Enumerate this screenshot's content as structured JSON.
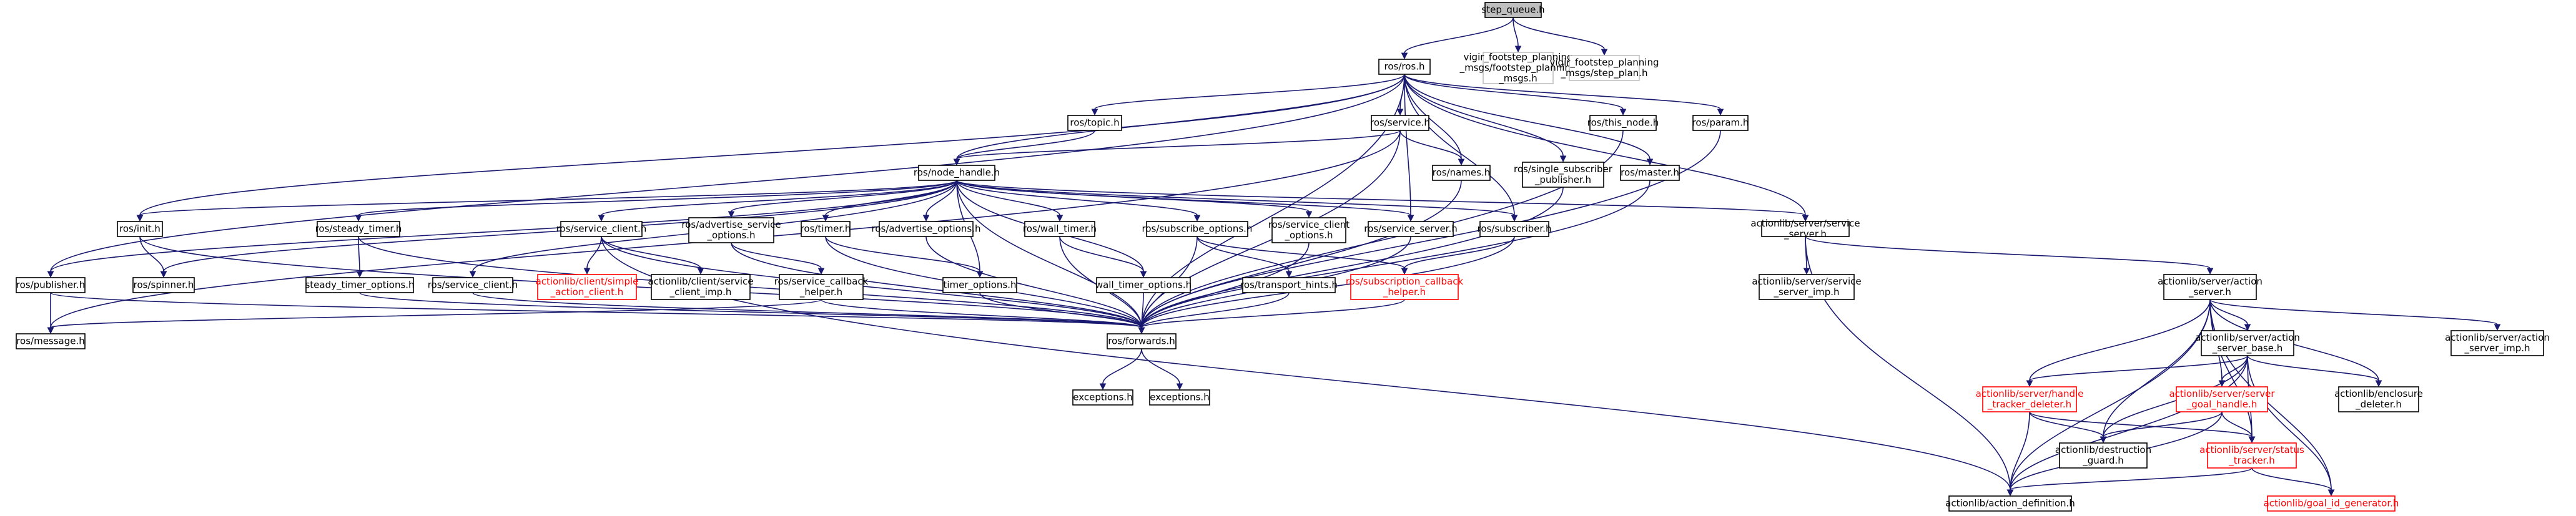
{
  "graph": {
    "title": "step_queue.h",
    "edge_color": "#191970",
    "red_color": "#ff0000",
    "missing_color": "#bfbfbf",
    "root_fill": "#bfbfbf",
    "nodes": [
      {
        "id": "step_queue",
        "lines": [
          "step_queue.h"
        ],
        "kind": "root"
      },
      {
        "id": "ros",
        "lines": [
          "ros/ros.h"
        ],
        "kind": "normal"
      },
      {
        "id": "vigir_fp",
        "lines": [
          "vigir_footstep_planning",
          "_msgs/footstep_planning",
          "_msgs.h"
        ],
        "kind": "missing"
      },
      {
        "id": "vigir_sp",
        "lines": [
          "vigir_footstep_planning",
          "_msgs/step_plan.h"
        ],
        "kind": "missing"
      },
      {
        "id": "topic",
        "lines": [
          "ros/topic.h"
        ],
        "kind": "normal"
      },
      {
        "id": "service",
        "lines": [
          "ros/service.h"
        ],
        "kind": "normal"
      },
      {
        "id": "this_node",
        "lines": [
          "ros/this_node.h"
        ],
        "kind": "normal"
      },
      {
        "id": "param",
        "lines": [
          "ros/param.h"
        ],
        "kind": "normal"
      },
      {
        "id": "names",
        "lines": [
          "ros/names.h"
        ],
        "kind": "normal"
      },
      {
        "id": "single_sub",
        "lines": [
          "ros/single_subscriber",
          "_publisher.h"
        ],
        "kind": "normal"
      },
      {
        "id": "master",
        "lines": [
          "ros/master.h"
        ],
        "kind": "normal"
      },
      {
        "id": "node_handle",
        "lines": [
          "ros/node_handle.h"
        ],
        "kind": "normal"
      },
      {
        "id": "init",
        "lines": [
          "ros/init.h"
        ],
        "kind": "normal"
      },
      {
        "id": "steady_timer",
        "lines": [
          "ros/steady_timer.h"
        ],
        "kind": "normal"
      },
      {
        "id": "service_client",
        "lines": [
          "ros/service_client.h"
        ],
        "kind": "normal"
      },
      {
        "id": "adv_srv_opt",
        "lines": [
          "ros/advertise_service",
          "_options.h"
        ],
        "kind": "normal"
      },
      {
        "id": "timer",
        "lines": [
          "ros/timer.h"
        ],
        "kind": "normal"
      },
      {
        "id": "adv_opt",
        "lines": [
          "ros/advertise_options.h"
        ],
        "kind": "normal"
      },
      {
        "id": "wall_timer",
        "lines": [
          "ros/wall_timer.h"
        ],
        "kind": "normal"
      },
      {
        "id": "sub_opt",
        "lines": [
          "ros/subscribe_options.h"
        ],
        "kind": "normal"
      },
      {
        "id": "srv_client_opt",
        "lines": [
          "ros/service_client",
          "_options.h"
        ],
        "kind": "normal"
      },
      {
        "id": "service_server",
        "lines": [
          "ros/service_server.h"
        ],
        "kind": "normal"
      },
      {
        "id": "subscriber",
        "lines": [
          "ros/subscriber.h"
        ],
        "kind": "normal"
      },
      {
        "id": "al_service_server",
        "lines": [
          "actionlib/server/service",
          "_server.h"
        ],
        "kind": "normal"
      },
      {
        "id": "publisher",
        "lines": [
          "ros/publisher.h"
        ],
        "kind": "normal"
      },
      {
        "id": "spinner",
        "lines": [
          "ros/spinner.h"
        ],
        "kind": "normal"
      },
      {
        "id": "steady_timer_opt",
        "lines": [
          "steady_timer_options.h"
        ],
        "kind": "normal"
      },
      {
        "id": "service_client_h",
        "lines": [
          "ros/service_client.h"
        ],
        "kind": "normal"
      },
      {
        "id": "al_simple_ac",
        "lines": [
          "actionlib/client/simple",
          "_action_client.h"
        ],
        "kind": "red"
      },
      {
        "id": "al_svc_client_imp",
        "lines": [
          "actionlib/client/service",
          "_client_imp.h"
        ],
        "kind": "normal"
      },
      {
        "id": "svc_cb_helper",
        "lines": [
          "ros/service_callback",
          "_helper.h"
        ],
        "kind": "normal"
      },
      {
        "id": "timer_opt",
        "lines": [
          "timer_options.h"
        ],
        "kind": "normal"
      },
      {
        "id": "wall_timer_opt",
        "lines": [
          "wall_timer_options.h"
        ],
        "kind": "normal"
      },
      {
        "id": "transport_hints",
        "lines": [
          "ros/transport_hints.h"
        ],
        "kind": "normal"
      },
      {
        "id": "sub_cb_helper",
        "lines": [
          "ros/subscription_callback",
          "_helper.h"
        ],
        "kind": "red"
      },
      {
        "id": "al_svc_server_imp",
        "lines": [
          "actionlib/server/service",
          "_server_imp.h"
        ],
        "kind": "normal"
      },
      {
        "id": "al_action_server",
        "lines": [
          "actionlib/server/action",
          "_server.h"
        ],
        "kind": "normal"
      },
      {
        "id": "message",
        "lines": [
          "ros/message.h"
        ],
        "kind": "normal"
      },
      {
        "id": "forwards",
        "lines": [
          "ros/forwards.h"
        ],
        "kind": "normal"
      },
      {
        "id": "exceptions1",
        "lines": [
          "exceptions.h"
        ],
        "kind": "normal"
      },
      {
        "id": "exceptions2",
        "lines": [
          "exceptions.h"
        ],
        "kind": "normal"
      },
      {
        "id": "al_action_server_base",
        "lines": [
          "actionlib/server/action",
          "_server_base.h"
        ],
        "kind": "normal"
      },
      {
        "id": "al_action_server_imp",
        "lines": [
          "actionlib/server/action",
          "_server_imp.h"
        ],
        "kind": "normal"
      },
      {
        "id": "al_handle_tracker",
        "lines": [
          "actionlib/server/handle",
          "_tracker_deleter.h"
        ],
        "kind": "red"
      },
      {
        "id": "al_server_goal_handle",
        "lines": [
          "actionlib/server/server",
          "_goal_handle.h"
        ],
        "kind": "red"
      },
      {
        "id": "al_enclosure_deleter",
        "lines": [
          "actionlib/enclosure",
          "_deleter.h"
        ],
        "kind": "normal"
      },
      {
        "id": "al_destruction_guard",
        "lines": [
          "actionlib/destruction",
          "_guard.h"
        ],
        "kind": "normal"
      },
      {
        "id": "al_status_tracker",
        "lines": [
          "actionlib/server/status",
          "_tracker.h"
        ],
        "kind": "red"
      },
      {
        "id": "al_action_definition",
        "lines": [
          "actionlib/action_definition.h"
        ],
        "kind": "normal"
      },
      {
        "id": "al_goal_id_gen",
        "lines": [
          "actionlib/goal_id_generator.h"
        ],
        "kind": "red"
      }
    ],
    "edges": [
      [
        "step_queue",
        "ros"
      ],
      [
        "step_queue",
        "vigir_fp"
      ],
      [
        "step_queue",
        "vigir_sp"
      ],
      [
        "ros",
        "topic"
      ],
      [
        "ros",
        "service"
      ],
      [
        "ros",
        "this_node"
      ],
      [
        "ros",
        "param"
      ],
      [
        "ros",
        "names"
      ],
      [
        "ros",
        "single_sub"
      ],
      [
        "ros",
        "master"
      ],
      [
        "ros",
        "node_handle"
      ],
      [
        "ros",
        "init"
      ],
      [
        "ros",
        "publisher"
      ],
      [
        "ros",
        "service_server"
      ],
      [
        "ros",
        "subscriber"
      ],
      [
        "ros",
        "al_service_server"
      ],
      [
        "ros",
        "forwards"
      ],
      [
        "topic",
        "node_handle"
      ],
      [
        "service",
        "node_handle"
      ],
      [
        "service",
        "names"
      ],
      [
        "service",
        "message"
      ],
      [
        "service",
        "forwards"
      ],
      [
        "this_node",
        "forwards"
      ],
      [
        "param",
        "forwards"
      ],
      [
        "names",
        "forwards"
      ],
      [
        "single_sub",
        "forwards"
      ],
      [
        "master",
        "forwards"
      ],
      [
        "node_handle",
        "init"
      ],
      [
        "node_handle",
        "spinner"
      ],
      [
        "node_handle",
        "publisher"
      ],
      [
        "node_handle",
        "steady_timer"
      ],
      [
        "node_handle",
        "service_client_h"
      ],
      [
        "node_handle",
        "service_client"
      ],
      [
        "node_handle",
        "adv_srv_opt"
      ],
      [
        "node_handle",
        "timer"
      ],
      [
        "node_handle",
        "adv_opt"
      ],
      [
        "node_handle",
        "wall_timer"
      ],
      [
        "node_handle",
        "sub_opt"
      ],
      [
        "node_handle",
        "srv_client_opt"
      ],
      [
        "node_handle",
        "service_server"
      ],
      [
        "node_handle",
        "subscriber"
      ],
      [
        "node_handle",
        "al_service_server"
      ],
      [
        "node_handle",
        "forwards"
      ],
      [
        "node_handle",
        "timer_opt"
      ],
      [
        "node_handle",
        "wall_timer_opt"
      ],
      [
        "init",
        "spinner"
      ],
      [
        "init",
        "forwards"
      ],
      [
        "steady_timer",
        "steady_timer_opt"
      ],
      [
        "steady_timer",
        "forwards"
      ],
      [
        "service_client",
        "al_simple_ac"
      ],
      [
        "service_client",
        "al_svc_client_imp"
      ],
      [
        "service_client",
        "forwards"
      ],
      [
        "service_client",
        "al_action_definition"
      ],
      [
        "adv_srv_opt",
        "svc_cb_helper"
      ],
      [
        "adv_srv_opt",
        "forwards"
      ],
      [
        "timer",
        "timer_opt"
      ],
      [
        "timer",
        "forwards"
      ],
      [
        "adv_opt",
        "forwards"
      ],
      [
        "wall_timer",
        "wall_timer_opt"
      ],
      [
        "wall_timer",
        "forwards"
      ],
      [
        "sub_opt",
        "transport_hints"
      ],
      [
        "sub_opt",
        "sub_cb_helper"
      ],
      [
        "sub_opt",
        "forwards"
      ],
      [
        "srv_client_opt",
        "forwards"
      ],
      [
        "service_server",
        "forwards"
      ],
      [
        "subscriber",
        "sub_cb_helper"
      ],
      [
        "subscriber",
        "forwards"
      ],
      [
        "publisher",
        "message"
      ],
      [
        "publisher",
        "forwards"
      ],
      [
        "steady_timer_opt",
        "forwards"
      ],
      [
        "service_client_h",
        "forwards"
      ],
      [
        "svc_cb_helper",
        "message"
      ],
      [
        "svc_cb_helper",
        "forwards"
      ],
      [
        "timer_opt",
        "forwards"
      ],
      [
        "wall_timer_opt",
        "forwards"
      ],
      [
        "transport_hints",
        "forwards"
      ],
      [
        "sub_cb_helper",
        "forwards"
      ],
      [
        "forwards",
        "exceptions1"
      ],
      [
        "forwards",
        "exceptions2"
      ],
      [
        "al_service_server",
        "al_svc_server_imp"
      ],
      [
        "al_service_server",
        "al_action_server"
      ],
      [
        "al_service_server",
        "al_action_definition"
      ],
      [
        "al_action_server",
        "al_action_server_base"
      ],
      [
        "al_action_server",
        "al_action_server_imp"
      ],
      [
        "al_action_server",
        "al_handle_tracker"
      ],
      [
        "al_action_server",
        "al_server_goal_handle"
      ],
      [
        "al_action_server",
        "al_enclosure_deleter"
      ],
      [
        "al_action_server",
        "al_destruction_guard"
      ],
      [
        "al_action_server",
        "al_status_tracker"
      ],
      [
        "al_action_server",
        "al_action_definition"
      ],
      [
        "al_action_server",
        "al_goal_id_gen"
      ],
      [
        "al_action_server_base",
        "al_handle_tracker"
      ],
      [
        "al_action_server_base",
        "al_server_goal_handle"
      ],
      [
        "al_action_server_base",
        "al_enclosure_deleter"
      ],
      [
        "al_action_server_base",
        "al_destruction_guard"
      ],
      [
        "al_action_server_base",
        "al_status_tracker"
      ],
      [
        "al_action_server_base",
        "al_action_definition"
      ],
      [
        "al_action_server_base",
        "al_goal_id_gen"
      ],
      [
        "al_handle_tracker",
        "al_destruction_guard"
      ],
      [
        "al_handle_tracker",
        "al_status_tracker"
      ],
      [
        "al_handle_tracker",
        "al_action_definition"
      ],
      [
        "al_server_goal_handle",
        "al_destruction_guard"
      ],
      [
        "al_server_goal_handle",
        "al_status_tracker"
      ],
      [
        "al_server_goal_handle",
        "al_action_definition"
      ],
      [
        "al_status_tracker",
        "al_action_definition"
      ],
      [
        "al_status_tracker",
        "al_goal_id_gen"
      ]
    ]
  }
}
